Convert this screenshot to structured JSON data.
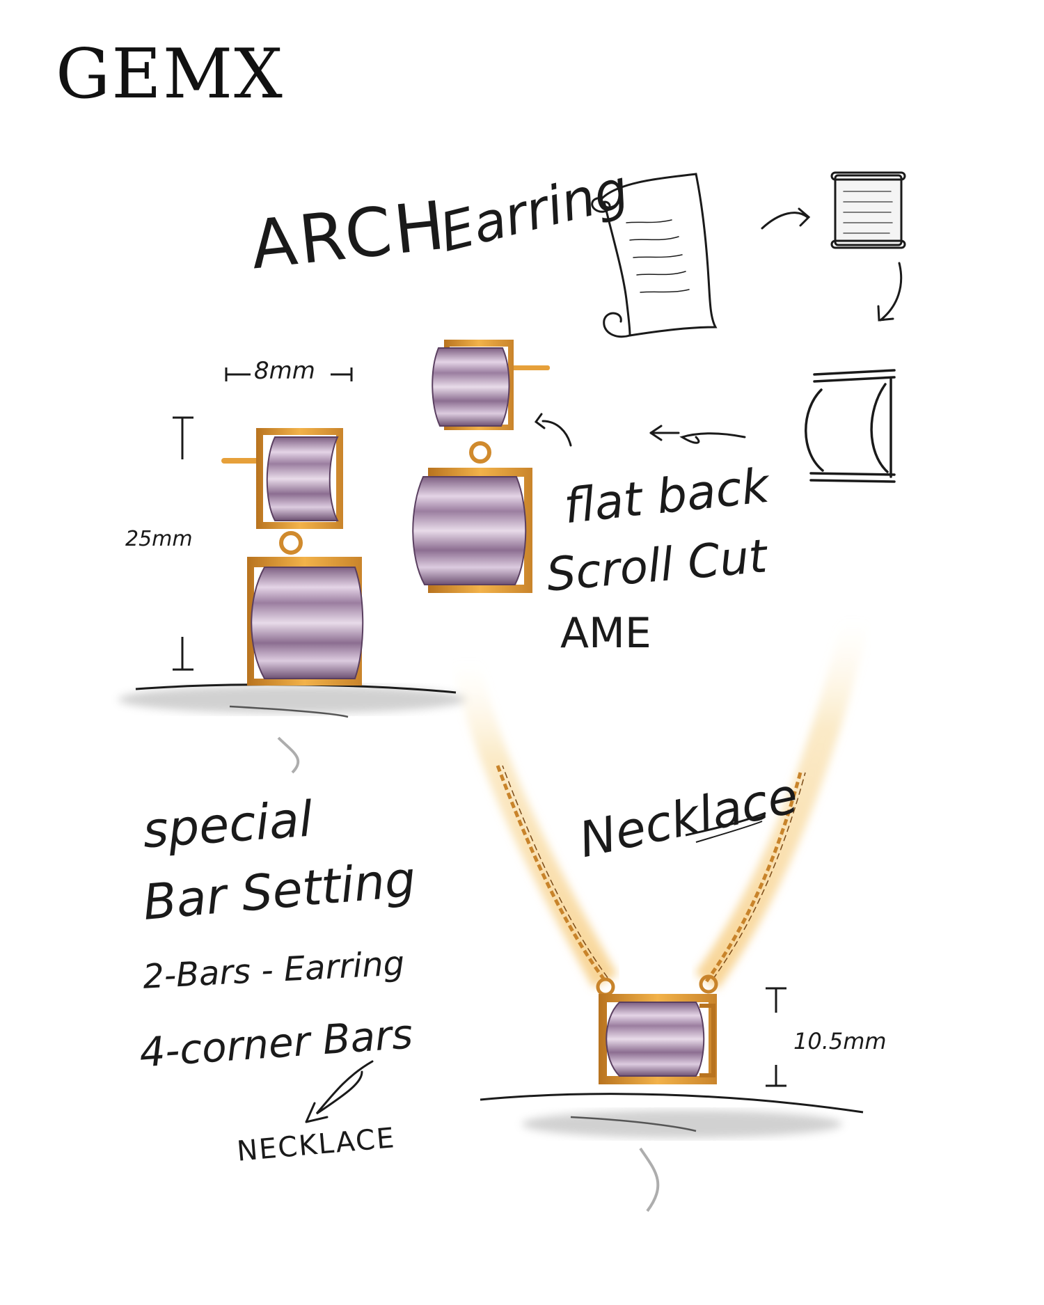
{
  "brand": {
    "logo_text": "GEMX"
  },
  "notes": {
    "title_arch": "ARCH",
    "title_earring": "Earring",
    "dim_width": "8mm",
    "dim_height": "25mm",
    "flat_back": "flat back",
    "scroll_cut": "Scroll Cut",
    "ame": "AME",
    "necklace_label": "Necklace",
    "special": "special",
    "bar_setting": "Bar Setting",
    "two_bars": "2-Bars - Earring",
    "four_corner": "4-corner Bars",
    "necklace_lower": "NECKLACE",
    "pendant_dim": "10.5mm"
  },
  "icons": [
    "scroll-paper-icon",
    "rolled-scroll-icon",
    "arrow-icon",
    "scroll-cut-frame-icon",
    "earring-sketch",
    "necklace-sketch"
  ],
  "colors": {
    "gold": "#e6a03a",
    "gold_dark": "#b8731f",
    "amethyst": "#8a6a8e",
    "amethyst_light": "#d9c6dc",
    "ink": "#1a1a1a",
    "shadow": "#8c8c8c"
  }
}
